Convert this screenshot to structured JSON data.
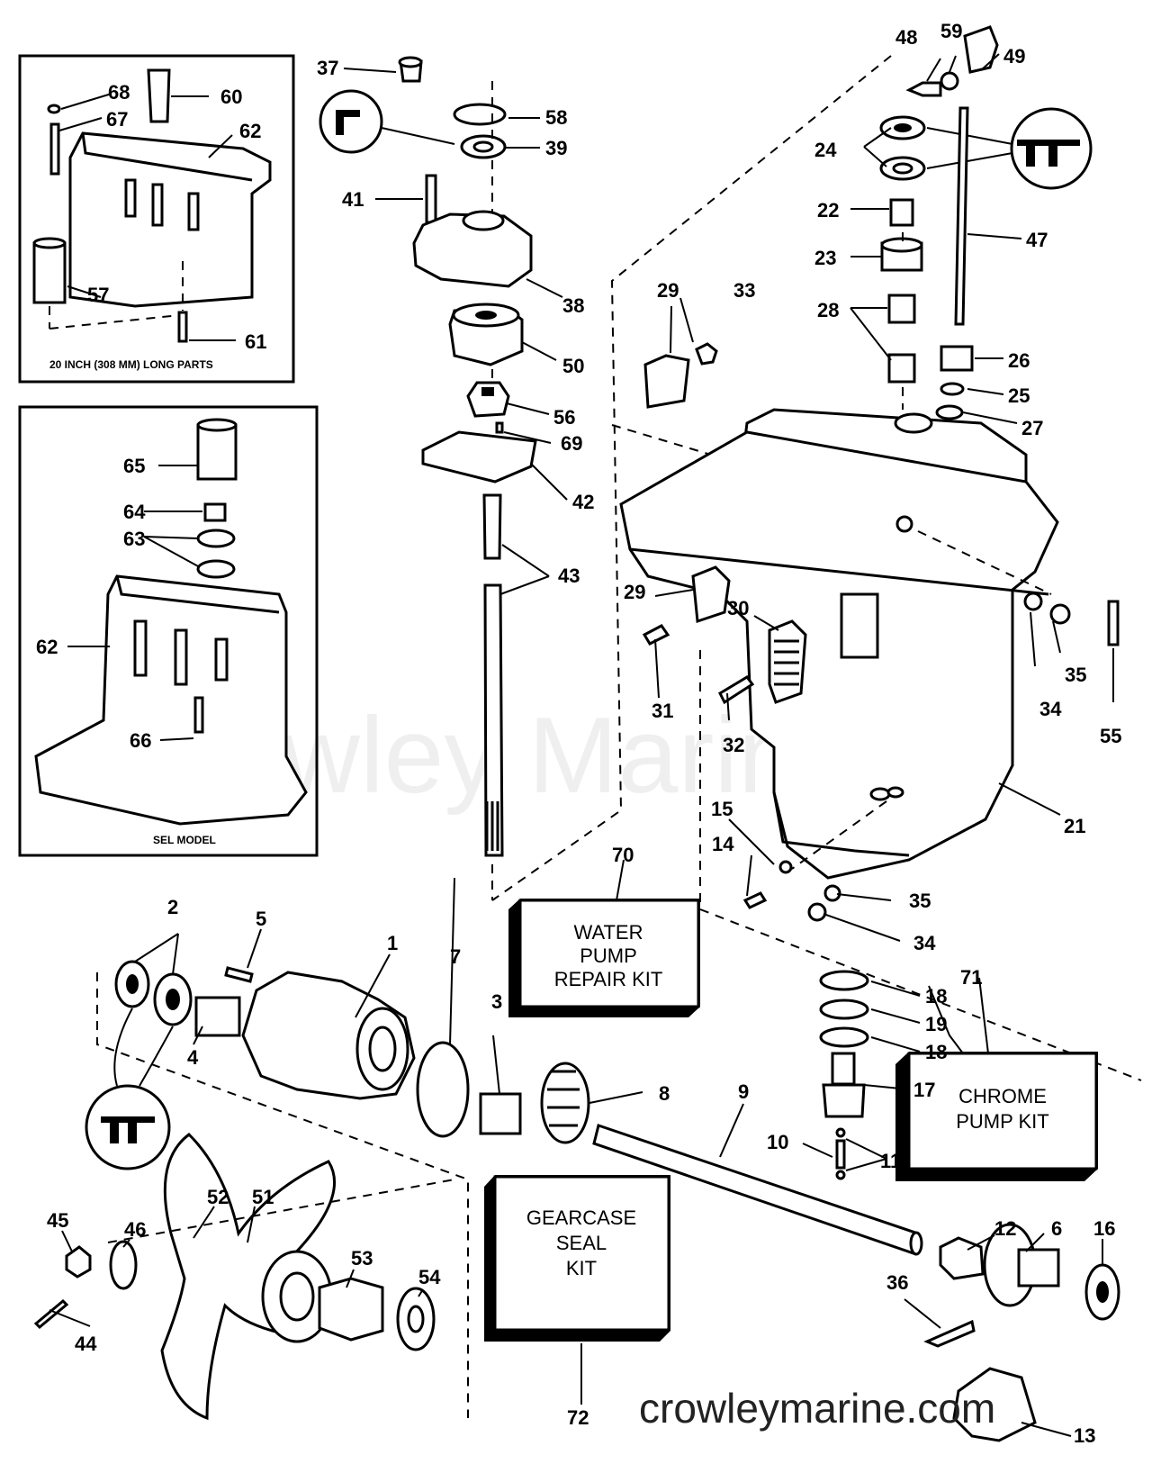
{
  "watermark": "Crowley Marine",
  "site_url": "crowleymarine.com",
  "insets": {
    "long_parts_caption": "20 INCH (308 MM) LONG PARTS",
    "sel_model_caption": "SEL MODEL"
  },
  "kits": {
    "water_pump": [
      "WATER",
      "PUMP",
      "REPAIR KIT"
    ],
    "chrome_pump": [
      "CHROME",
      "PUMP KIT"
    ],
    "gearcase_seal": [
      "GEARCASE",
      "SEAL",
      "KIT"
    ]
  },
  "callouts": {
    "c1": "1",
    "c2": "2",
    "c3": "3",
    "c4": "4",
    "c5": "5",
    "c6": "6",
    "c7": "7",
    "c8": "8",
    "c9": "9",
    "c10": "10",
    "c11": "11",
    "c12": "12",
    "c13": "13",
    "c14": "14",
    "c15": "15",
    "c16": "16",
    "c17": "17",
    "c18a": "18",
    "c18b": "18",
    "c19": "19",
    "c21": "21",
    "c22": "22",
    "c23": "23",
    "c24": "24",
    "c25": "25",
    "c26": "26",
    "c27": "27",
    "c28": "28",
    "c29a": "29",
    "c29b": "29",
    "c30": "30",
    "c31": "31",
    "c32": "32",
    "c33": "33",
    "c34a": "34",
    "c34b": "34",
    "c35a": "35",
    "c35b": "35",
    "c36": "36",
    "c37": "37",
    "c38": "38",
    "c39": "39",
    "c41": "41",
    "c42": "42",
    "c43": "43",
    "c44": "44",
    "c45": "45",
    "c46": "46",
    "c47": "47",
    "c48": "48",
    "c49": "49",
    "c50": "50",
    "c51": "51",
    "c52": "52",
    "c53": "53",
    "c54": "54",
    "c55": "55",
    "c56": "56",
    "c57": "57",
    "c58": "58",
    "c59": "59",
    "c60": "60",
    "c61": "61",
    "c62a": "62",
    "c62b": "62",
    "c63": "63",
    "c64": "64",
    "c65": "65",
    "c66": "66",
    "c67": "67",
    "c68": "68",
    "c69": "69",
    "c70": "70",
    "c71": "71",
    "c72": "72"
  }
}
